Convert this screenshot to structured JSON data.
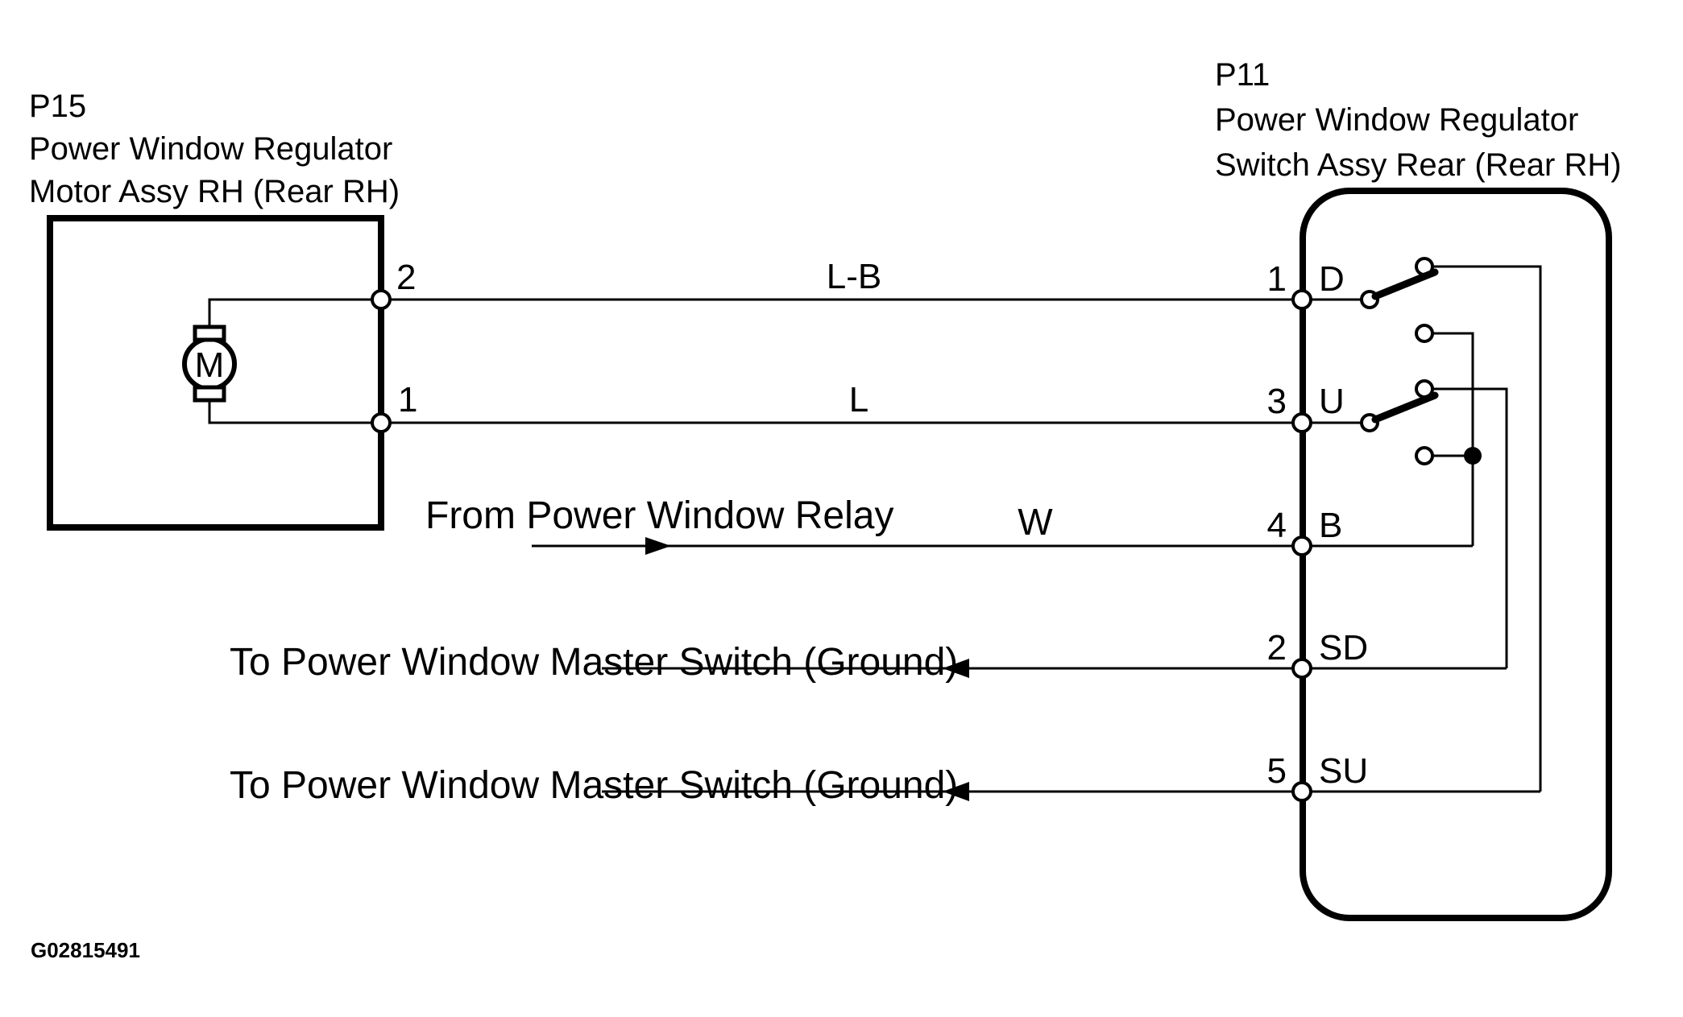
{
  "diagram": {
    "background_color": "#ffffff",
    "line_color": "#000000",
    "figure_id": "G02815491",
    "left_connector": {
      "id": "P15",
      "name_line1": "Power Window Regulator",
      "name_line2": "Motor Assy RH (Rear RH)",
      "motor_label": "M",
      "pins": [
        {
          "number": "2"
        },
        {
          "number": "1"
        }
      ]
    },
    "right_connector": {
      "id": "P11",
      "name_line1": "Power Window Regulator",
      "name_line2": "Switch Assy Rear (Rear RH)",
      "pins": [
        {
          "number": "1",
          "label": "D"
        },
        {
          "number": "3",
          "label": "U"
        },
        {
          "number": "4",
          "label": "B"
        },
        {
          "number": "2",
          "label": "SD"
        },
        {
          "number": "5",
          "label": "SU"
        }
      ]
    },
    "wire_labels": {
      "d_wire": "L-B",
      "u_wire": "L",
      "b_wire": "W"
    },
    "annotations": {
      "relay_feed": "From Power Window Relay",
      "ground_sd": "To Power Window Master Switch (Ground)",
      "ground_su": "To Power Window Master Switch (Ground)"
    }
  }
}
